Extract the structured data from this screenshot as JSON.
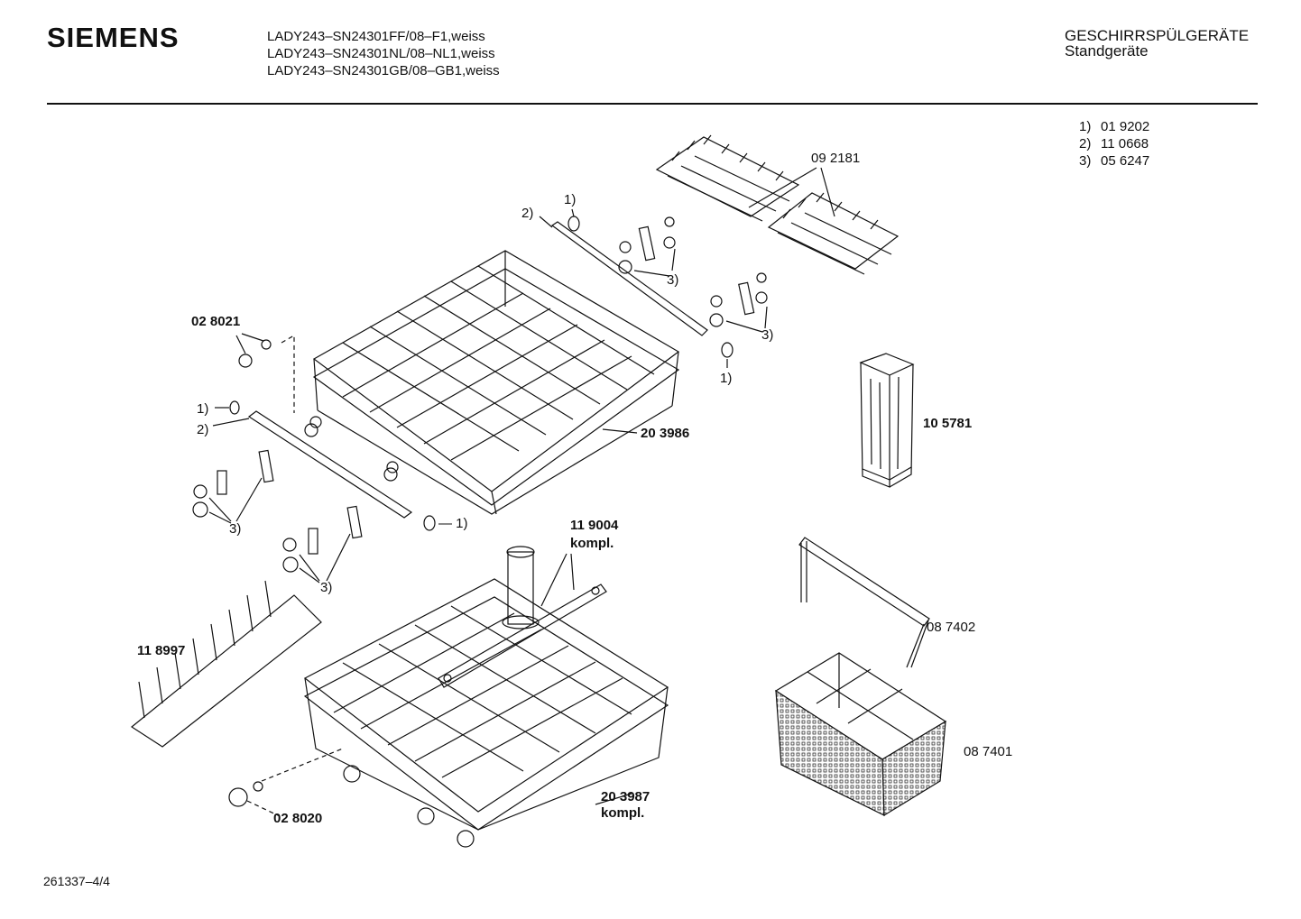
{
  "header": {
    "brand": "SIEMENS",
    "models": [
      "LADY243–SN24301FF/08–F1,weiss",
      "LADY243–SN24301NL/08–NL1,weiss",
      "LADY243–SN24301GB/08–GB1,weiss"
    ],
    "category": "GESCHIRRSPÜLGERÄTE",
    "subcategory": "Standgeräte"
  },
  "legend": [
    {
      "num": "1)",
      "part": "01 9202"
    },
    {
      "num": "2)",
      "part": "11 0668"
    },
    {
      "num": "3)",
      "part": "05 6247"
    }
  ],
  "parts": {
    "tine_rows": "09 2181",
    "cup_1a": "1)",
    "rail_2a": "2)",
    "bracket_3a": "3)",
    "bracket_3b": "3)",
    "cup_1b": "1)",
    "wheel_upper": "02 8021",
    "cup_1c": "1)",
    "rail_2b": "2)",
    "upper_basket": "20 3986",
    "cutlery_holder": "10 5781",
    "bracket_3c": "3)",
    "cup_1d": "— 1)",
    "spray_arm": "11 9004",
    "spray_arm_sub": "kompl.",
    "bracket_3d": "3)",
    "tine_insert": "11 8997",
    "handle": "08 7402",
    "cutlery_basket": "08 7401",
    "lower_basket": "20 3987",
    "lower_basket_sub": "kompl.",
    "wheel_lower": "02 8020"
  },
  "footer": {
    "docid": "261337–4/4"
  }
}
